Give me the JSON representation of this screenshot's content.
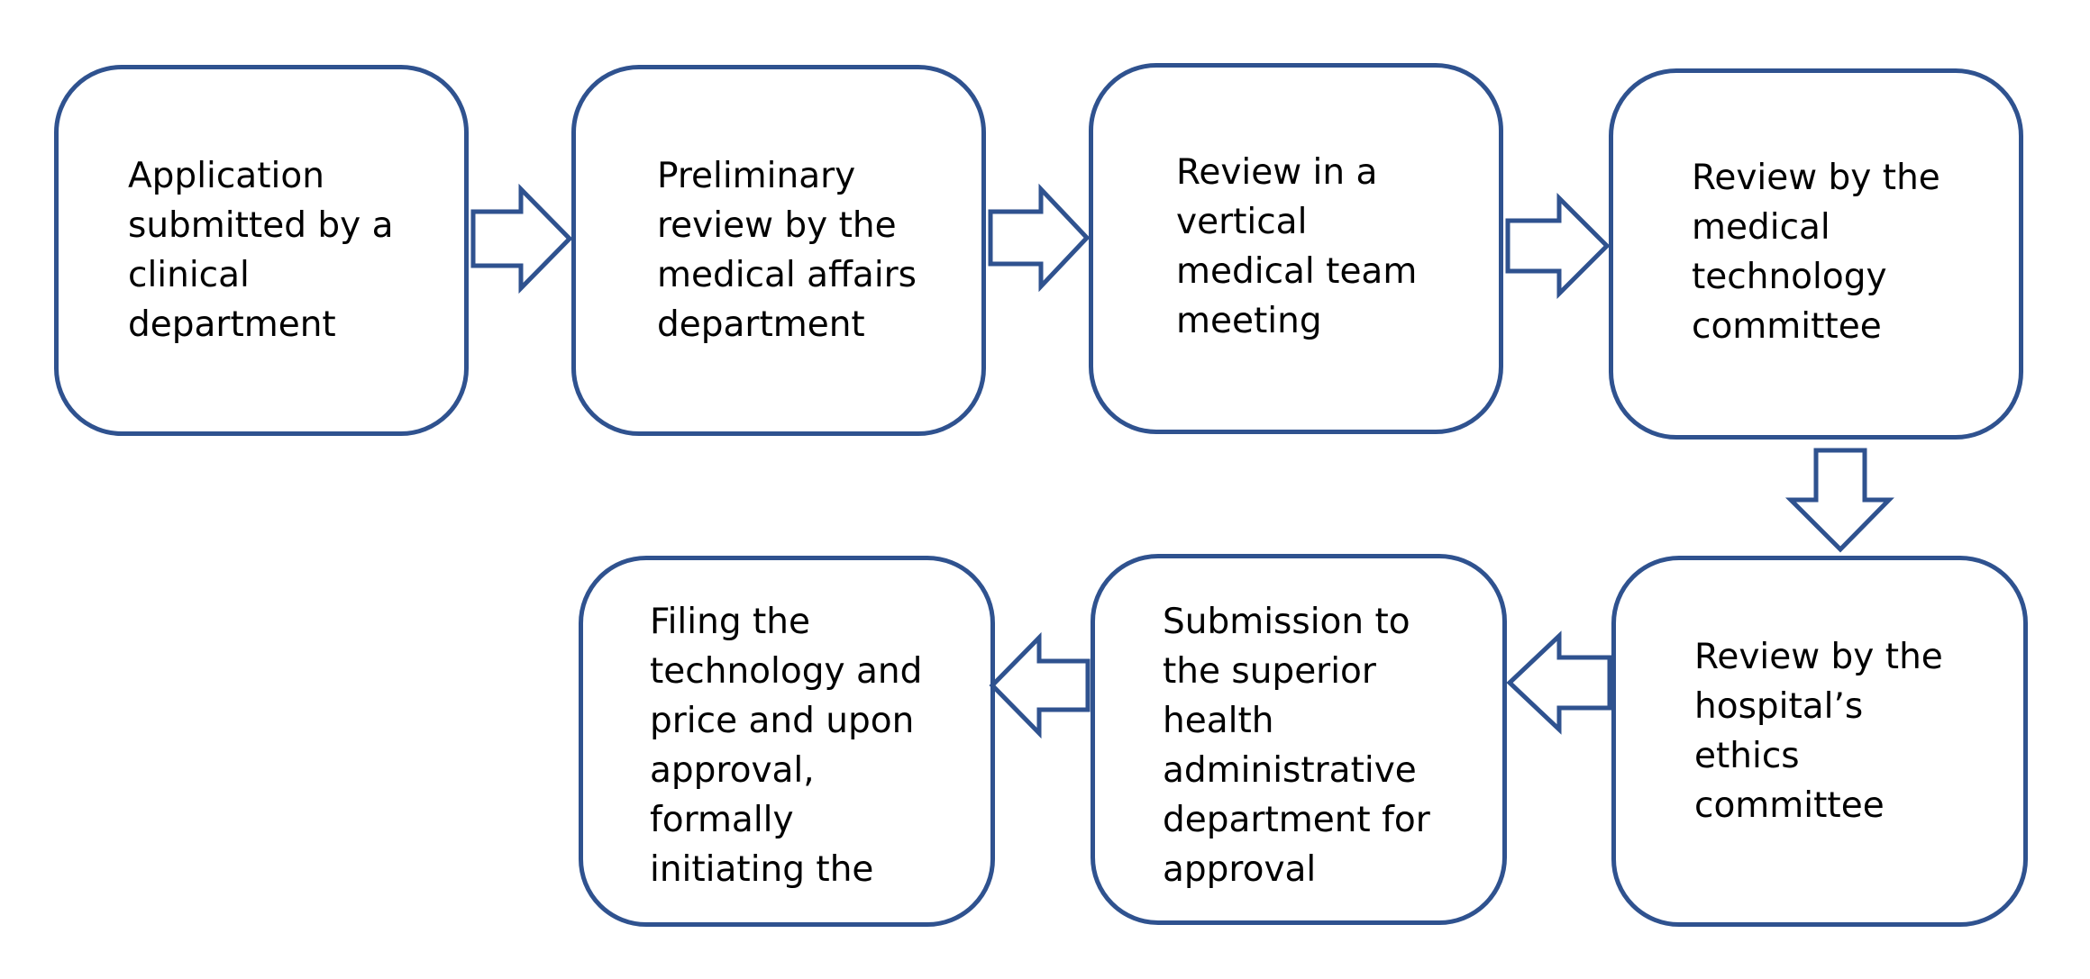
{
  "flowchart": {
    "steps": [
      {
        "id": "s1",
        "label": "Application\nsubmitted by a\nclinical\ndepartment"
      },
      {
        "id": "s2",
        "label": "Preliminary\nreview by the\nmedical affairs\ndepartment"
      },
      {
        "id": "s3",
        "label": "Review in a\nvertical\nmedical team\nmeeting"
      },
      {
        "id": "s4",
        "label": "Review by the\nmedical\ntechnology\ncommittee"
      },
      {
        "id": "s5",
        "label": "Review by the\nhospital’s\nethics\ncommittee"
      },
      {
        "id": "s6",
        "label": "Submission to\nthe superior\nhealth\nadministrative\ndepartment for\napproval"
      },
      {
        "id": "s7",
        "label": "Filing the\ntechnology and\nprice and upon\napproval,\nformally\ninitiating the"
      }
    ],
    "colors": {
      "outline": "#2f528f",
      "fill": "#ffffff",
      "text": "#000000"
    }
  }
}
